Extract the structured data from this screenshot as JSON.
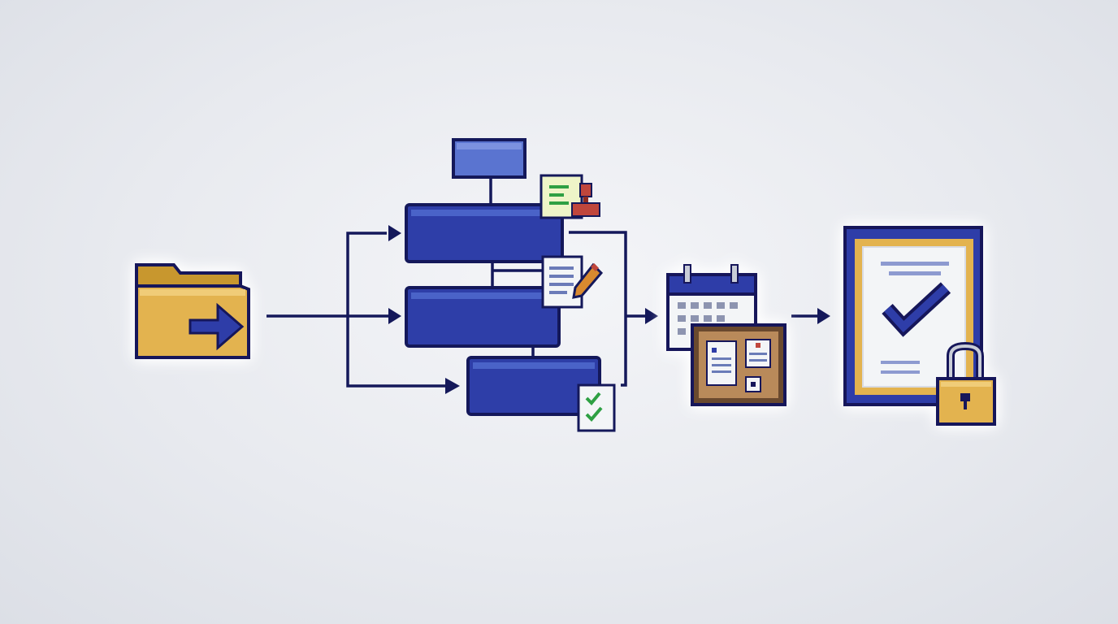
{
  "diagram": {
    "nodes": [
      {
        "id": "input",
        "icon": "folder-arrow-icon"
      },
      {
        "id": "hierarchy-top",
        "icon": "org-chart-box"
      },
      {
        "id": "branch-1",
        "icon": "process-bar",
        "badge": "approval-stamp-icon"
      },
      {
        "id": "branch-2",
        "icon": "process-bar",
        "badge": "document-edit-icon"
      },
      {
        "id": "branch-3",
        "icon": "process-bar",
        "badge": "checklist-icon"
      },
      {
        "id": "schedule",
        "icon": "calendar-board-icon"
      },
      {
        "id": "final",
        "icon": "certified-locked-document-icon"
      }
    ],
    "edges": [
      {
        "from": "input",
        "to": "branch-1"
      },
      {
        "from": "input",
        "to": "branch-2"
      },
      {
        "from": "input",
        "to": "branch-3"
      },
      {
        "from": "branch-1",
        "to": "schedule"
      },
      {
        "from": "branch-3",
        "to": "schedule"
      },
      {
        "from": "schedule",
        "to": "final"
      }
    ]
  },
  "colors": {
    "navy": "#14185a",
    "blue": "#2e3ea8",
    "blue_light": "#4a63c8",
    "gold": "#e3b350",
    "gold_dark": "#b58628",
    "paper": "#f3f5f7",
    "green": "#2ea043",
    "red": "#c0463c",
    "cork": "#b98a5a"
  }
}
